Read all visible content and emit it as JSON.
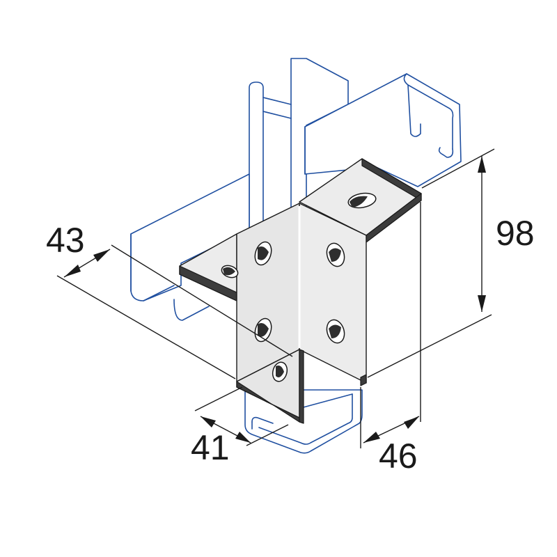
{
  "dimensions": {
    "depth_left": "43",
    "height": "98",
    "channel_width": "41",
    "leg_width": "46"
  }
}
